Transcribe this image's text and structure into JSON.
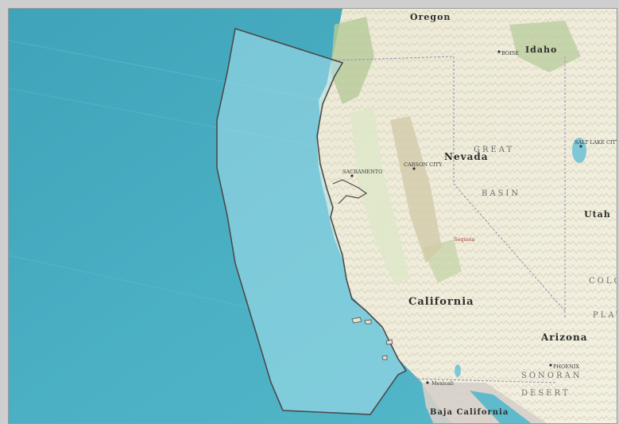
{
  "map": {
    "states": [
      "Oregon",
      "Idaho",
      "Nevada",
      "Utah",
      "California",
      "Arizona",
      "Baja California"
    ],
    "regions": [
      "GREAT",
      "BASIN",
      "COLO",
      "PLAT",
      "SONORAN",
      "DESERT"
    ],
    "cities": [
      "SACRAMENTO",
      "CARSON CITY",
      "BOISE",
      "SALT LAKE CITY",
      "PHOENIX",
      "Mexicali"
    ],
    "parks": [
      "Sequoia"
    ],
    "colors": {
      "ocean": "#4fb1c4",
      "ocean_deep": "#3aa0b7",
      "highlight_area": "#9fdcea",
      "highlight_stroke": "#4a4a4a",
      "land": "#f1eedd",
      "mountains": "#dcd6bd",
      "green": "#b9cf9c",
      "mexico_land": "#d9d2cc"
    }
  }
}
